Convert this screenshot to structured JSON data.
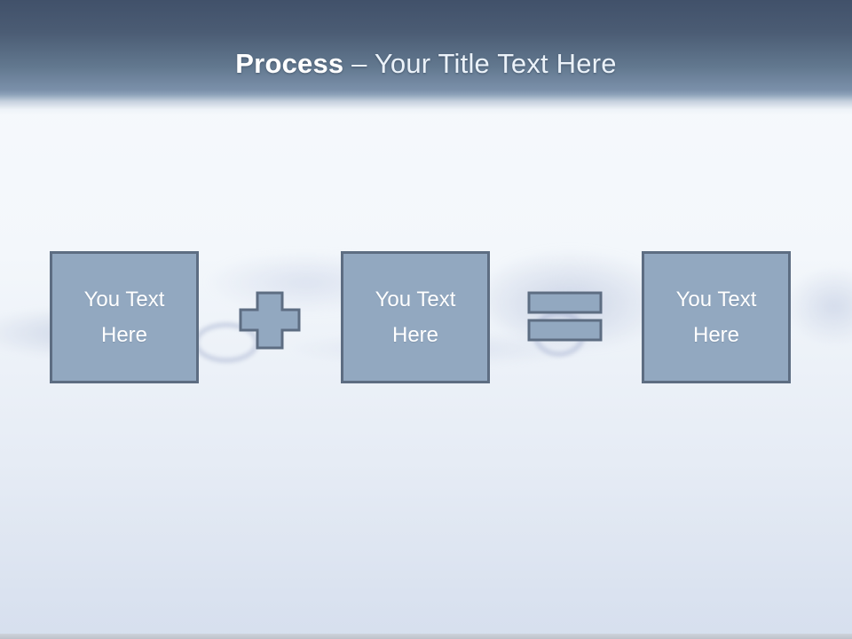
{
  "slide": {
    "title": {
      "bold": "Process",
      "rest": "– Your Title Text Here"
    },
    "process": {
      "boxes": [
        {
          "line1": "You Text",
          "line2": "Here"
        },
        {
          "line1": "You Text",
          "line2": "Here"
        },
        {
          "line1": "You Text",
          "line2": "Here"
        }
      ],
      "operators": [
        {
          "type": "plus"
        },
        {
          "type": "equals"
        }
      ]
    },
    "colors": {
      "header_top": "#41516a",
      "header_mid": "#62788f",
      "header_bottom": "#8da2b9",
      "title_text": "#ffffff",
      "shape_fill": "#92a8c0",
      "shape_border": "#5d6d82",
      "box_text": "#ffffff",
      "bg_top": "#f7fafd",
      "bg_bottom": "#d6dfee"
    }
  }
}
